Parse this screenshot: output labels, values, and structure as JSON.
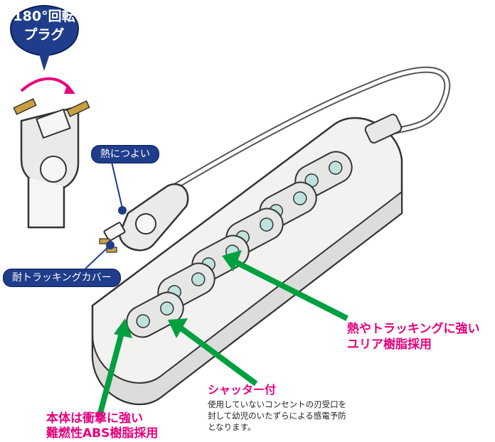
{
  "badge": {
    "line1": "180°回転",
    "line2": "プラグ"
  },
  "labels": {
    "heat_resistant": "熱につよい",
    "anti_tracking_cover": "耐トラッキングカバー",
    "urea_resin_line1": "熱やトラッキングに強い",
    "urea_resin_line2": "ユリア樹脂採用",
    "body_line1": "本体は衝撃に強い",
    "body_line2": "難燃性ABS樹脂採用",
    "shutter_title": "シャッター付",
    "shutter_desc_line1": "使用していないコンセントの刃受口を",
    "shutter_desc_line2": "封して幼児のいたずらによる感電予防",
    "shutter_desc_line3": "となります。"
  },
  "colors": {
    "accent_magenta": "#e6007e",
    "tag_navy": "#1f3d8a",
    "arrow_green": "#00a040",
    "badge_blue": "#1f3d8a",
    "plug_brass": "#c8a040"
  }
}
